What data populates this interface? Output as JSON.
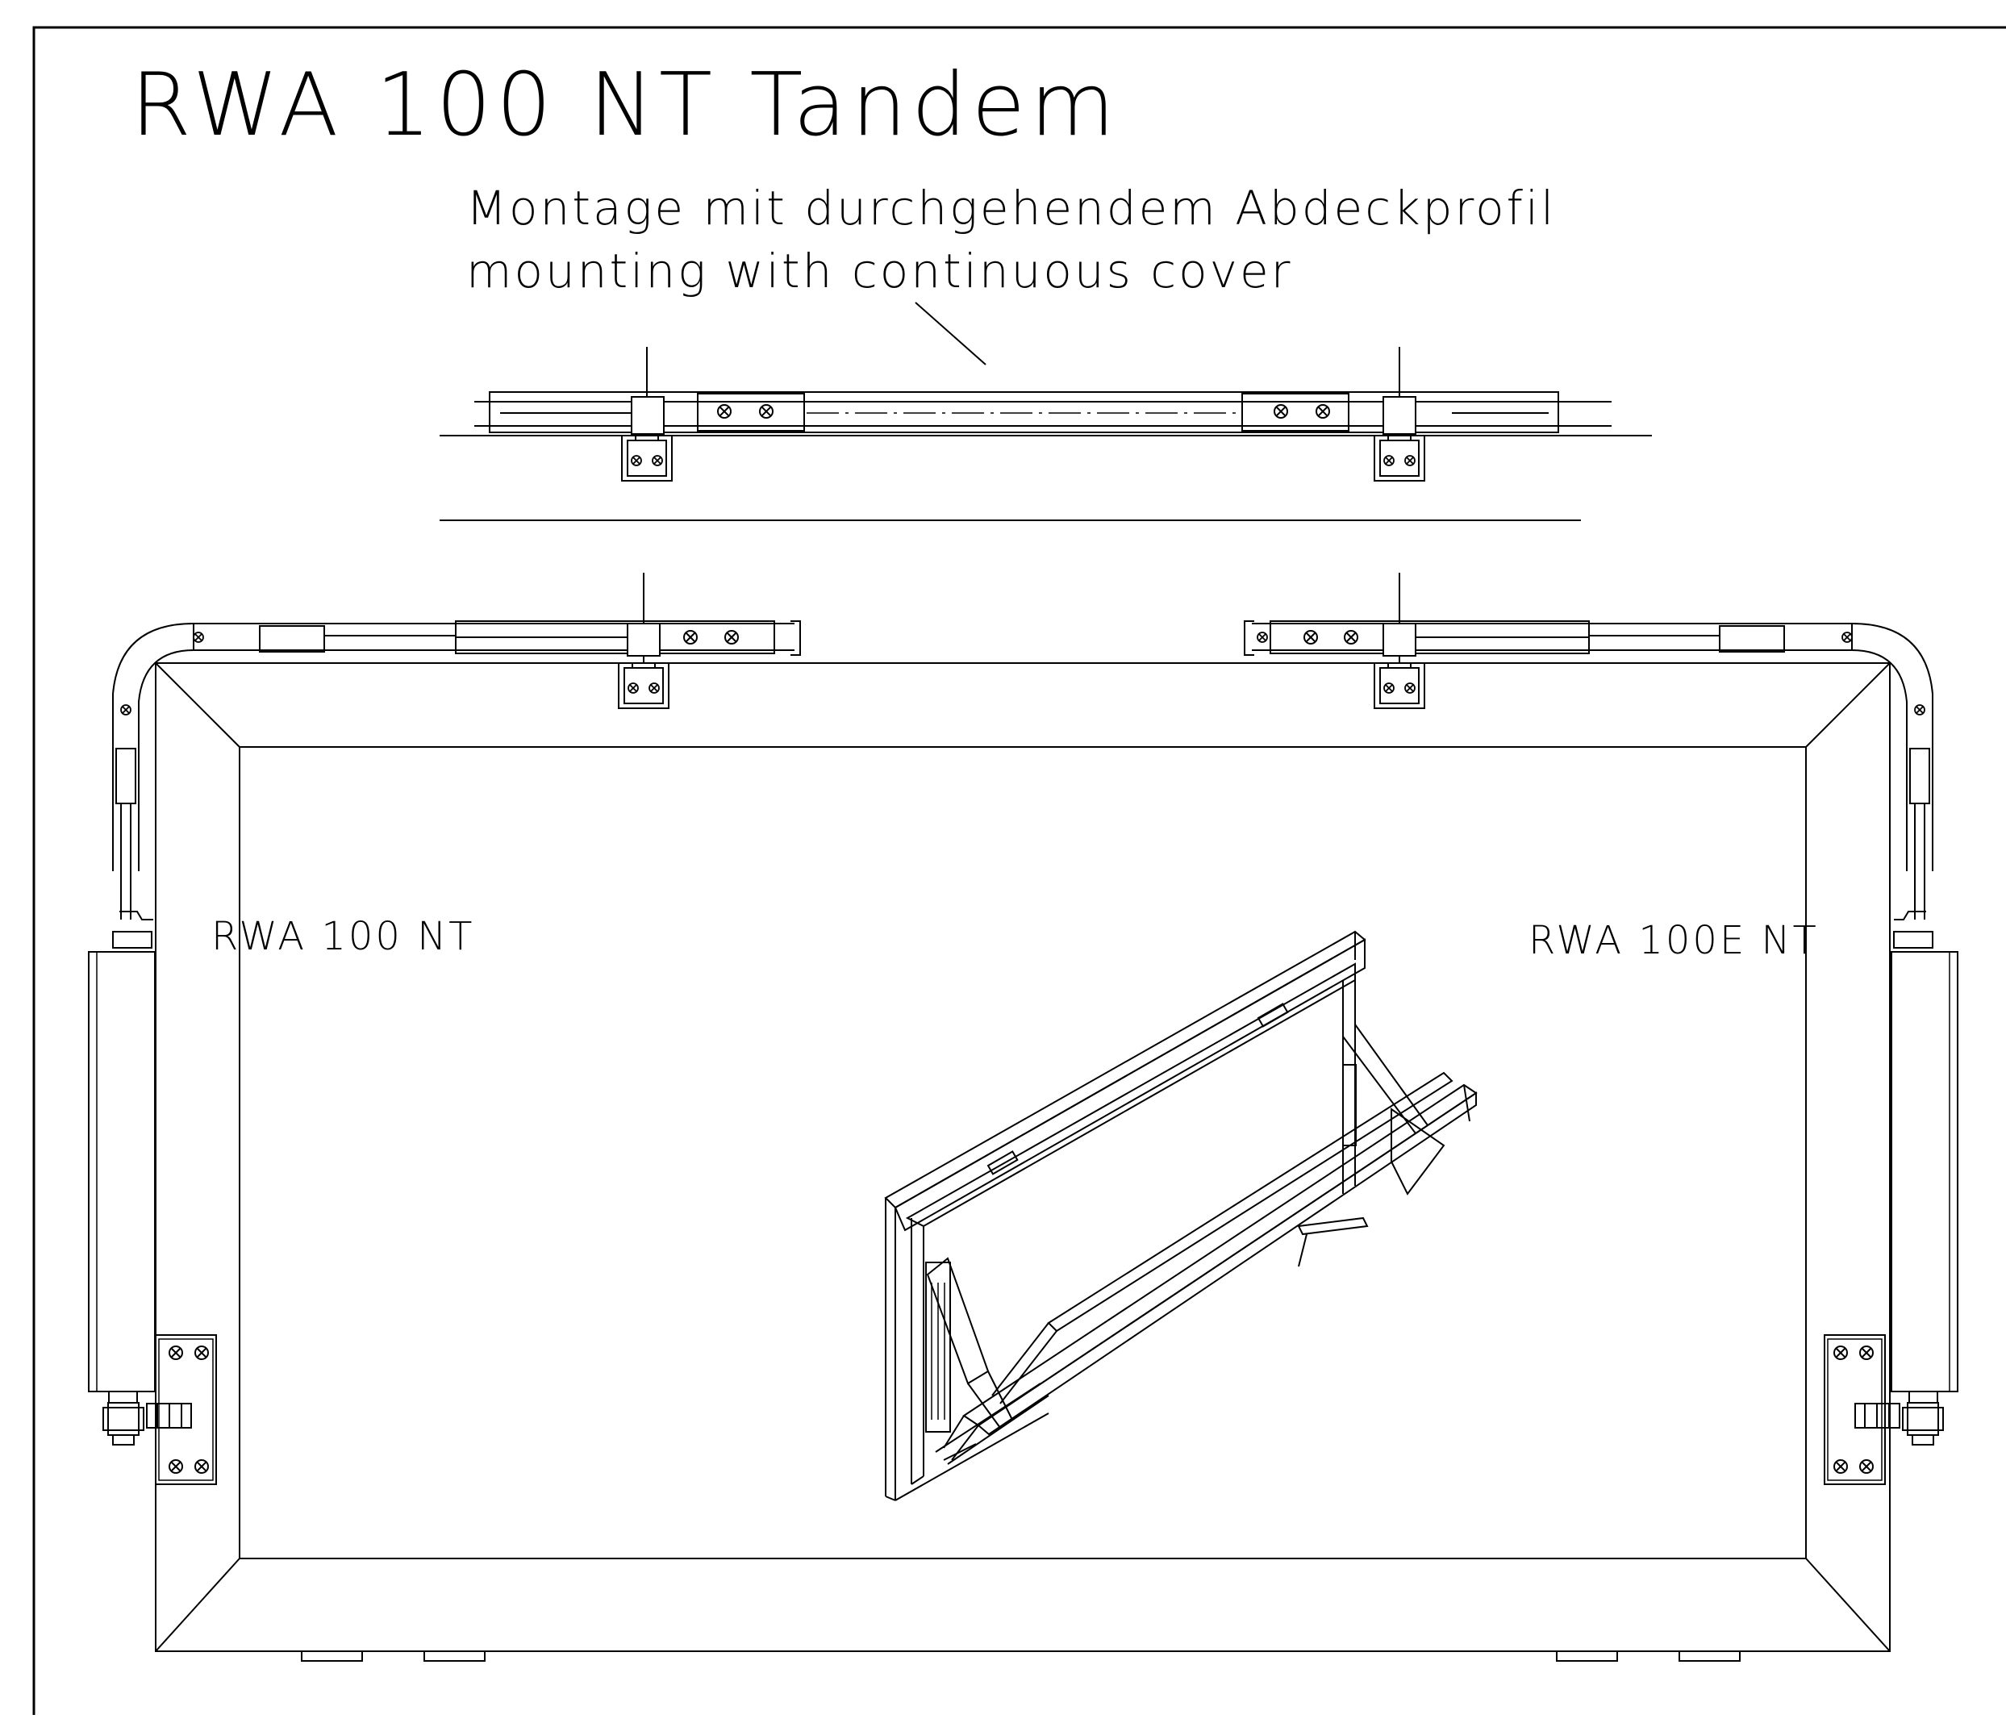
{
  "drawing": {
    "title": "RWA 100 NT Tandem",
    "subtitle_de": "Montage mit durchgehendem Abdeckprofil",
    "subtitle_en": "mounting with continuous cover",
    "label_left": "RWA 100 NT",
    "label_right": "RWA 100E NT"
  },
  "icons": {
    "screw": "screw-cross-icon",
    "window_iso": "window-isometric-icon"
  }
}
